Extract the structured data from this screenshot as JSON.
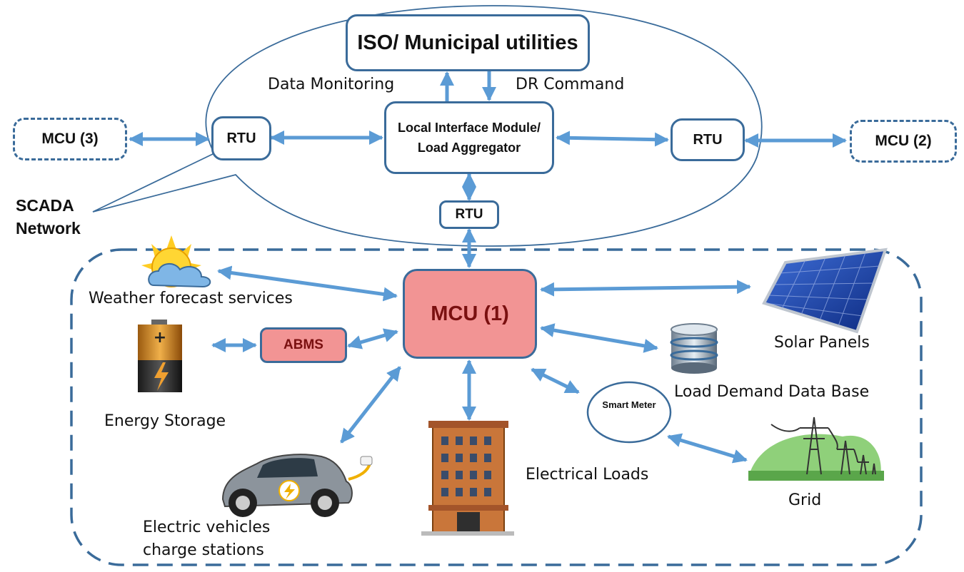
{
  "nodes": {
    "iso": "ISO/ Municipal utilities",
    "data_monitoring": "Data Monitoring",
    "dr_command": "DR Command",
    "lim": "Local Interface Module/ Load Aggregator",
    "rtu_left": "RTU",
    "rtu_right": "RTU",
    "rtu_bottom": "RTU",
    "mcu3": "MCU (3)",
    "mcu2": "MCU (2)",
    "mcu1": "MCU (1)",
    "scada": "SCADA Network",
    "abms": "ABMS",
    "smart_meter": "Smart Meter"
  },
  "labels": {
    "weather": "Weather forecast services",
    "energy_storage": "Energy Storage",
    "ev": "Electric vehicles charge stations",
    "electrical_loads": "Electrical Loads",
    "solar_panels": "Solar Panels",
    "load_db": "Load Demand Data Base",
    "grid": "Grid"
  },
  "icons": {
    "weather": "sun-cloud-icon",
    "battery": "battery-icon",
    "car": "electric-car-icon",
    "building": "building-icon",
    "solar": "solar-panel-icon",
    "database": "database-icon",
    "grid": "power-tower-icon"
  },
  "colors": {
    "line": "#3a6b9a",
    "arrow": "#5b9bd5",
    "mcu_fill": "#f29494"
  }
}
